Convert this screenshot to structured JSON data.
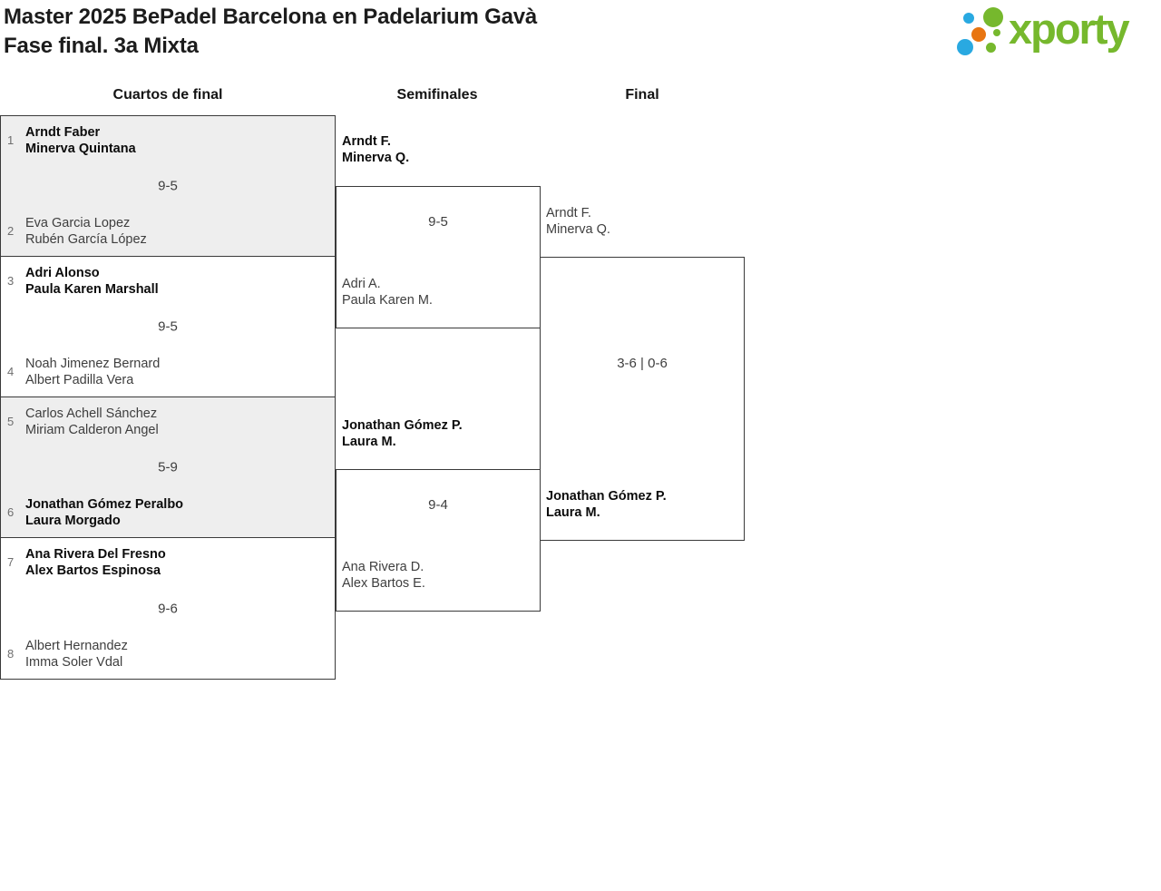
{
  "header": {
    "title_line1": "Master 2025 BePadel Barcelona en Padelarium Gavà",
    "title_line2": "Fase final. 3a Mixta",
    "logo_text": "xporty"
  },
  "columns": {
    "quarterfinals": "Cuartos de final",
    "semifinals": "Semifinales",
    "final": "Final"
  },
  "colors": {
    "logo_green": "#76b82d",
    "logo_blue": "#29a9e1",
    "logo_orange": "#e87511",
    "title_text": "#1c1c1c",
    "match_shade": "#eeeeee",
    "bracket_border": "#3a3a3a",
    "winner_text": "#0c0c0c",
    "loser_text": "#3e3e3e"
  },
  "quarterfinals": [
    {
      "seed_top": "1",
      "team_top": {
        "line1": "Arndt Faber",
        "line2": "Minerva Quintana",
        "winner": true
      },
      "score": "9-5",
      "seed_bottom": "2",
      "team_bottom": {
        "line1": "Eva Garcia Lopez",
        "line2": "Rubén García López",
        "winner": false
      }
    },
    {
      "seed_top": "3",
      "team_top": {
        "line1": "Adri Alonso",
        "line2": "Paula Karen Marshall",
        "winner": true
      },
      "score": "9-5",
      "seed_bottom": "4",
      "team_bottom": {
        "line1": "Noah Jimenez Bernard",
        "line2": "Albert Padilla Vera",
        "winner": false
      }
    },
    {
      "seed_top": "5",
      "team_top": {
        "line1": "Carlos Achell Sánchez",
        "line2": "Miriam Calderon Angel",
        "winner": false
      },
      "score": "5-9",
      "seed_bottom": "6",
      "team_bottom": {
        "line1": "Jonathan Gómez Peralbo",
        "line2": "Laura Morgado",
        "winner": true
      }
    },
    {
      "seed_top": "7",
      "team_top": {
        "line1": "Ana Rivera Del Fresno",
        "line2": "Alex Bartos Espinosa",
        "winner": true
      },
      "score": "9-6",
      "seed_bottom": "8",
      "team_bottom": {
        "line1": "Albert Hernandez",
        "line2": "Imma Soler Vdal",
        "winner": false
      }
    }
  ],
  "semifinals": [
    {
      "team_top": {
        "line1": "Arndt F.",
        "line2": "Minerva Q.",
        "winner": true
      },
      "score": "9-5",
      "team_bottom": {
        "line1": "Adri A.",
        "line2": "Paula Karen M.",
        "winner": false
      }
    },
    {
      "team_top": {
        "line1": "Jonathan Gómez P.",
        "line2": "Laura M.",
        "winner": true
      },
      "score": "9-4",
      "team_bottom": {
        "line1": "Ana Rivera D.",
        "line2": "Alex Bartos E.",
        "winner": false
      }
    }
  ],
  "final": {
    "team_top": {
      "line1": "Arndt F.",
      "line2": "Minerva Q.",
      "winner": false
    },
    "score": "3-6 | 0-6",
    "team_bottom": {
      "line1": "Jonathan Gómez P.",
      "line2": "Laura M.",
      "winner": true
    }
  }
}
